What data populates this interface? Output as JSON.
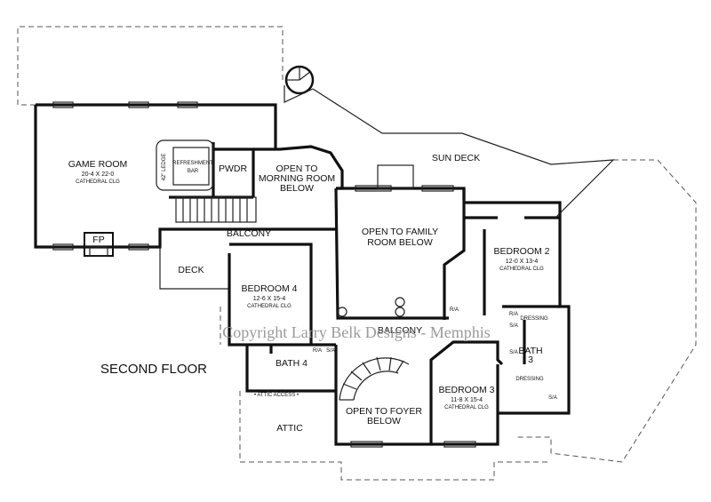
{
  "plan": {
    "title": "SECOND FLOOR",
    "watermark": "Copyright Larry Belk Designs - Memphis",
    "rooms": {
      "game_room": {
        "name": "GAME ROOM",
        "dims": "20-4 X 22-0",
        "note": "CATHEDRAL CLG"
      },
      "refreshment_bar": {
        "name": "REFRESHMENT",
        "sub": "BAR"
      },
      "ledge": "42\" LEDGE",
      "pwdr": "PWDR",
      "morning_room": {
        "line1": "OPEN TO",
        "line2": "MORNING ROOM",
        "line3": "BELOW"
      },
      "sun_deck": "SUN DECK",
      "fp": "FP",
      "balcony_top": "BALCONY",
      "family_room": {
        "line1": "OPEN TO FAMILY",
        "line2": "ROOM BELOW"
      },
      "bedroom2": {
        "name": "BEDROOM 2",
        "dims": "12-0 X 13-4",
        "note": "CATHEDRAL CLG"
      },
      "deck": "DECK",
      "bedroom4": {
        "name": "BEDROOM 4",
        "dims": "12-6 X 15-4",
        "note": "CATHEDRAL CLG"
      },
      "balcony_mid": "BALCONY",
      "dressing_top": "DRESSING",
      "dressing_bot": "DRESSING",
      "bath3": {
        "line1": "BATH",
        "line2": "3"
      },
      "bath4": "BATH 4",
      "bedroom3": {
        "name": "BEDROOM 3",
        "dims": "11-8 X 15-4",
        "note": "CATHEDRAL CLG"
      },
      "foyer": {
        "line1": "OPEN TO FOYER",
        "line2": "BELOW"
      },
      "attic": "ATTIC",
      "attic_access": "• ATTIC ACCESS •",
      "ra": "R/A",
      "sa": "S/A"
    }
  }
}
